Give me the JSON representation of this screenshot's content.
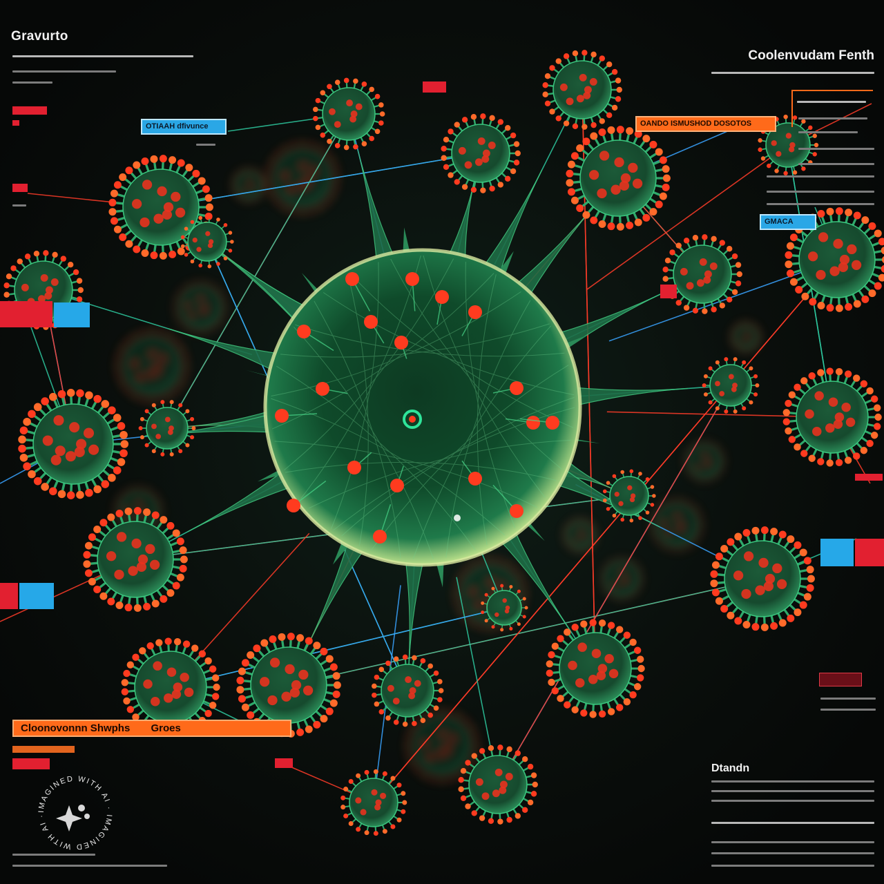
{
  "texts": {
    "title_left": "Gravurto",
    "title_right": "Coolenvudam Fenth",
    "title_data": "Dtandn",
    "box_blue_left": "OTIAAH dfivunce",
    "box_orange_top": "OANDO ISMUSHOD DOSOTOS",
    "box_blue_right": "GMACA",
    "box_orange_bottom": "Cloonovonnn Shwphs",
    "box_orange_bottom2": "Groes",
    "watermark": "IMAGINED WITH AI · IMAGINED WITH AI ·"
  },
  "colors": {
    "background": "#0a0c0b",
    "virus_green": "#1f7a4a",
    "spike_red": "#ff3b1f",
    "link_red": "#ff3d2a",
    "link_teal": "#2ec9a0",
    "link_blue": "#3aa4ff",
    "accent_orange": "#ff6a1a",
    "accent_blue": "#2aa7e6"
  },
  "icons": [
    "virus-icon",
    "sparkle-icon",
    "arrow-icon"
  ]
}
